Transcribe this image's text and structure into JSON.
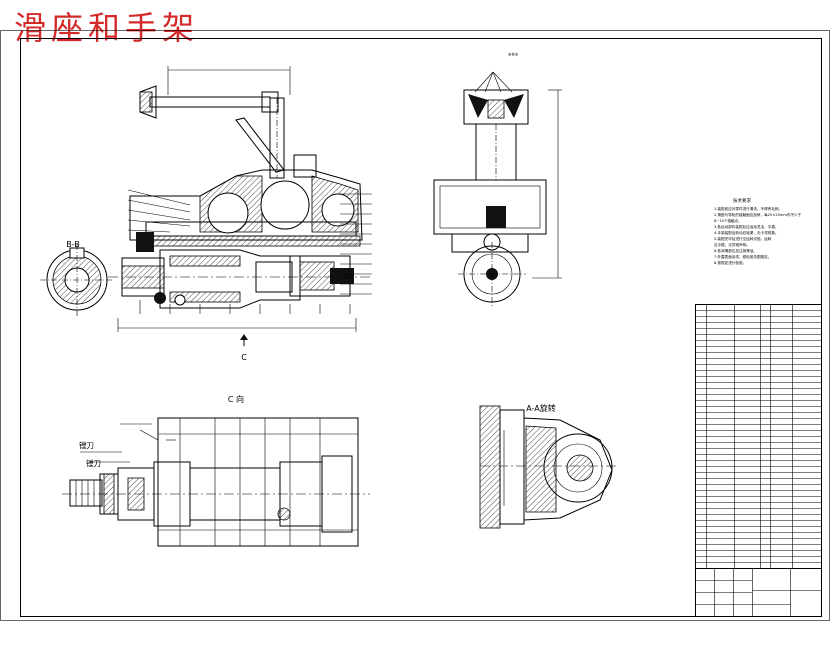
{
  "title": "滑座和手架",
  "views": {
    "section_bb": "B-B",
    "view_c_label": "C 向",
    "arrow_c": "C",
    "section_aa": "A-A旋转",
    "tool_label_1": "镗刀",
    "tool_label_2": "镗刀"
  },
  "notes": {
    "heading": "技术要求",
    "lines": [
      "1.装配前应对零件进行清洗，不得有毛刺。",
      "2.滑座与导轨的接触面应刮研，每25×25mm内不少于",
      "   8~10个接触点。",
      "3.各运动部件装配后应运动灵活、平稳。",
      "4.手架装配后转动应轻便，无卡滞现象。",
      "5.装配完毕后进行空运转试验，运转",
      "   应平稳，无异常声响。",
      "6.各润滑部位加注润滑油。",
      "7.外露表面涂漆，颜色按总图规定。",
      "8.按规定进行检验。"
    ]
  },
  "colors": {
    "title": "#d42a2a",
    "line": "#000000"
  }
}
